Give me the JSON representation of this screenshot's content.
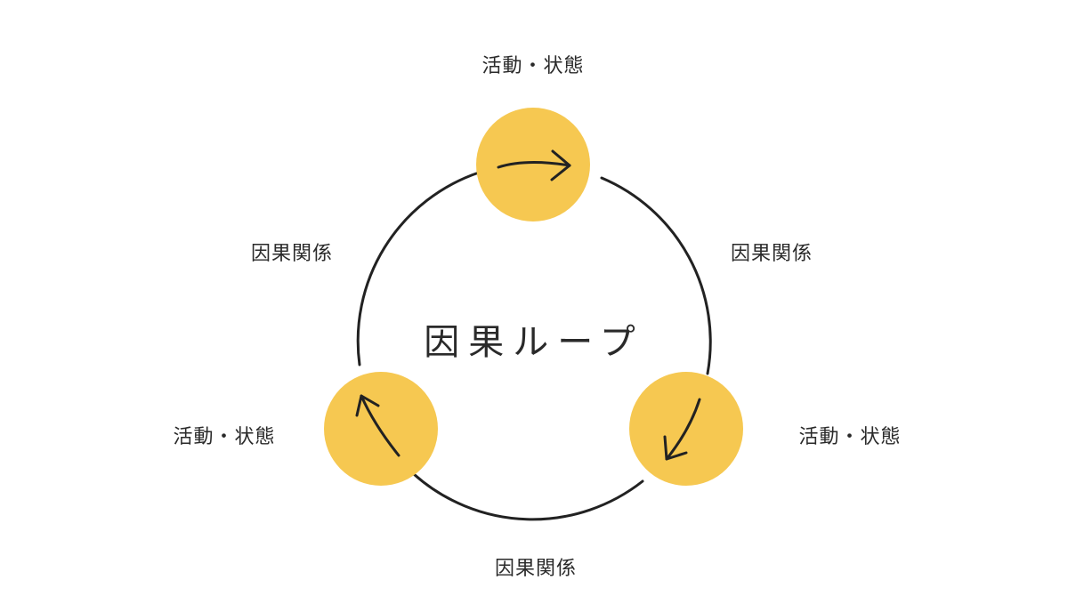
{
  "diagram": {
    "title": "因果ループ",
    "nodes": [
      {
        "label": "活動・状態",
        "icon": "arrow-right-icon"
      },
      {
        "label": "活動・状態",
        "icon": "arrow-down-left-icon"
      },
      {
        "label": "活動・状態",
        "icon": "arrow-up-icon"
      }
    ],
    "edges": [
      {
        "label": "因果関係"
      },
      {
        "label": "因果関係"
      },
      {
        "label": "因果関係"
      }
    ],
    "colors": {
      "node_fill": "#F6C851",
      "line": "#222222",
      "text": "#2A2A2A"
    }
  }
}
